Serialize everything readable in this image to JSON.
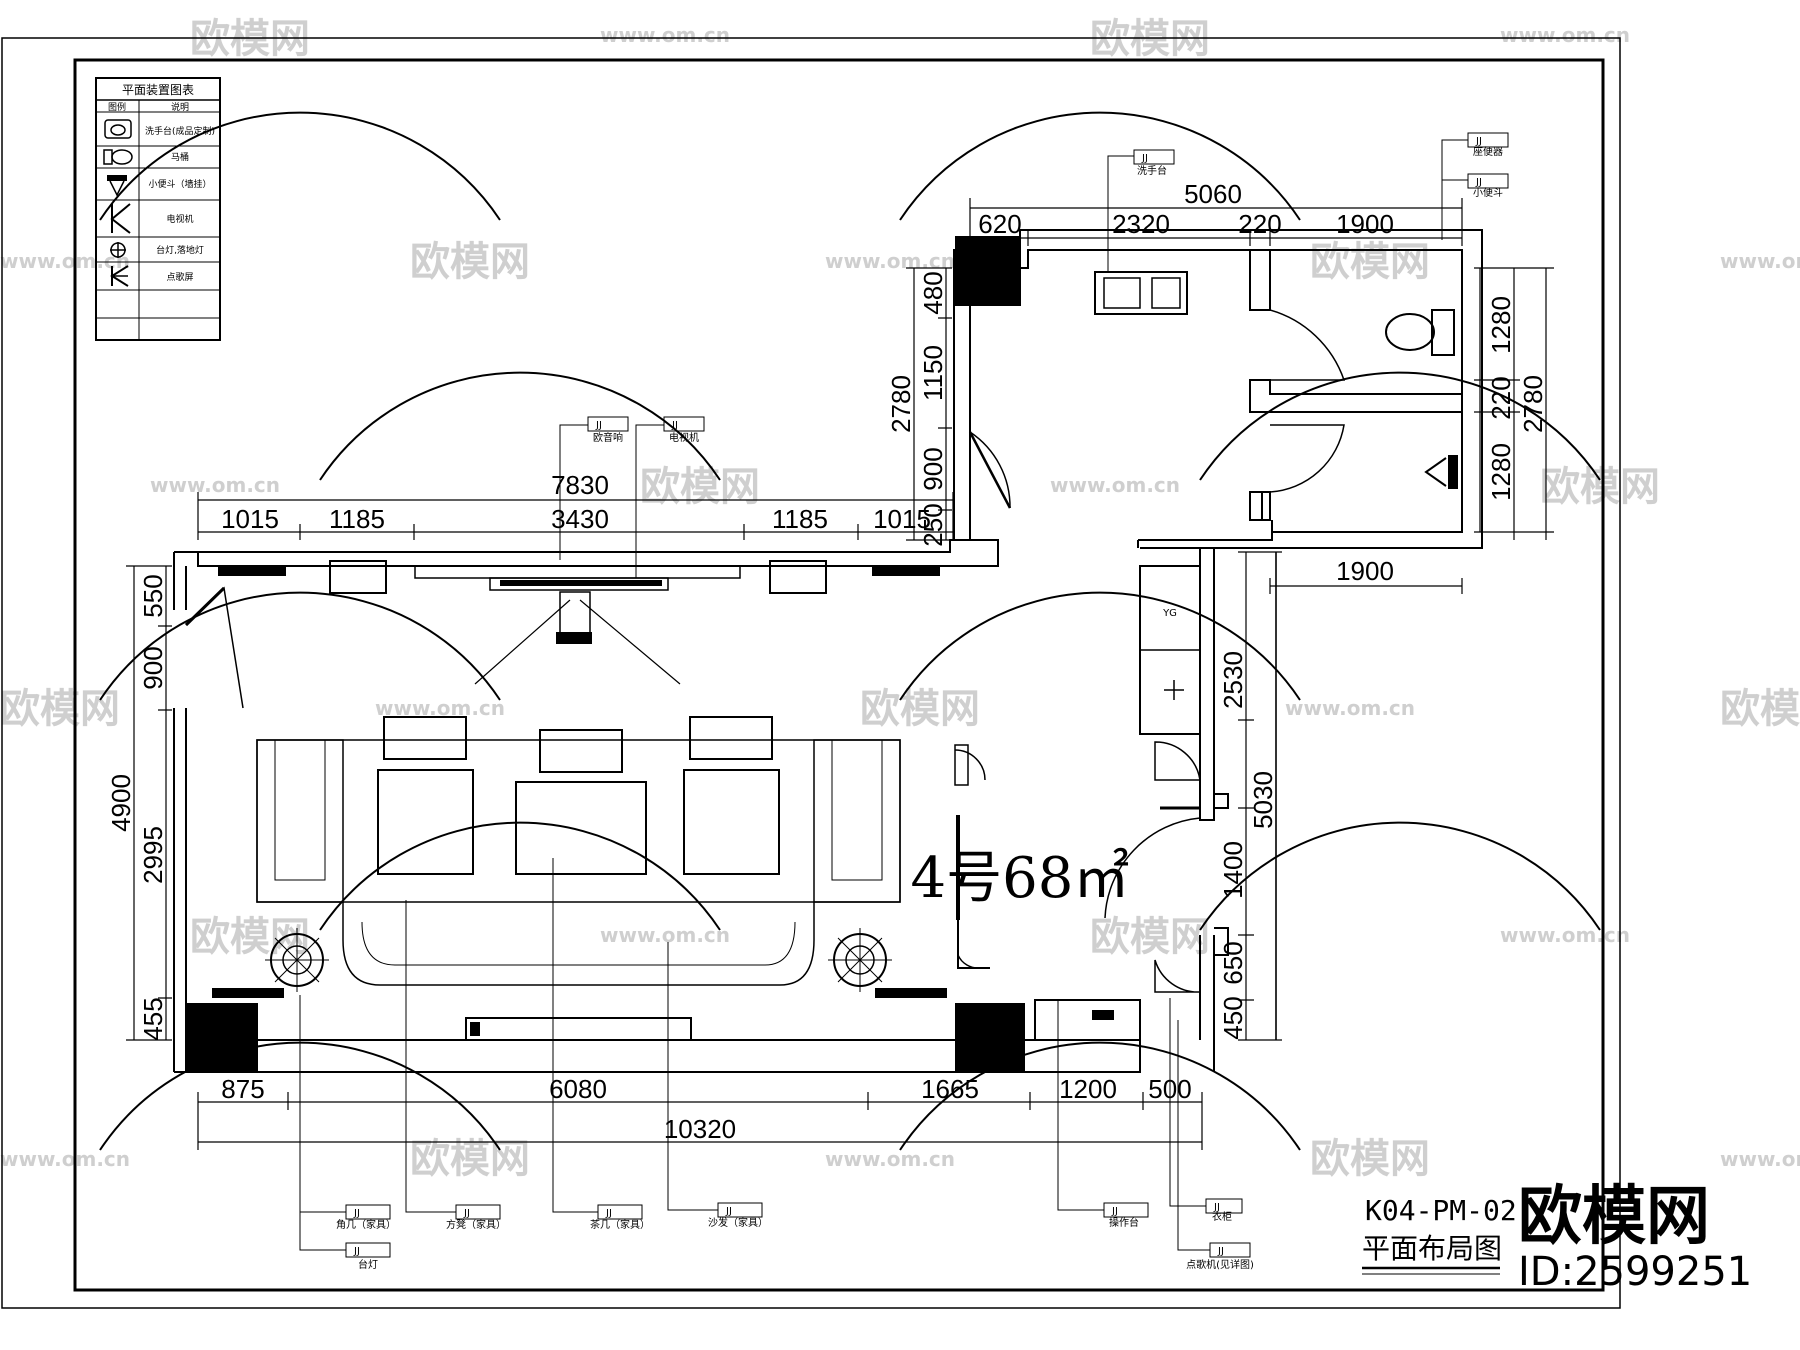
{
  "legend": {
    "title": "平面装置图表",
    "col_symbol": "图例",
    "col_desc": "说明",
    "items": [
      {
        "icon": "wash-basin-icon",
        "label": "洗手台(成品定制)"
      },
      {
        "icon": "toilet-icon",
        "label": "马桶"
      },
      {
        "icon": "urinal-icon",
        "label": "小便斗（墙挂）"
      },
      {
        "icon": "tv-outlet-icon",
        "label": "电视机"
      },
      {
        "icon": "lamp-outlet-icon",
        "label": "台灯,落地灯"
      },
      {
        "icon": "display-outlet-icon",
        "label": "点歌屏"
      }
    ]
  },
  "room_label": "4号68㎡",
  "drawing_code": "K04-PM-02",
  "drawing_title": "平面布局图",
  "brand": {
    "name": "欧模网",
    "id": "ID:2599251"
  },
  "watermark": {
    "logo": "欧模网",
    "url": "www.om.cn"
  },
  "dimensions": {
    "top": {
      "overall": "7830",
      "parts": [
        "1015",
        "1185",
        "3430",
        "1185",
        "1015"
      ]
    },
    "bottom": {
      "overall": "10320",
      "parts": [
        "875",
        "6080",
        "1665",
        "1200",
        "500"
      ]
    },
    "left": {
      "overall": "4900",
      "parts": [
        "550",
        "900",
        "2995",
        "455"
      ]
    },
    "wc_top": {
      "overall": "5060",
      "parts": [
        "620",
        "2320",
        "220",
        "1900"
      ]
    },
    "wc_left": {
      "overall": "2780",
      "parts": [
        "480",
        "1150",
        "900",
        "250"
      ]
    },
    "wc_right": {
      "overall": "2780",
      "parts": [
        "1280",
        "220",
        "1280"
      ]
    },
    "wc_bottom": "1900",
    "corridor": {
      "overall": "5030",
      "parts": [
        "2530",
        "1400",
        "650",
        "450"
      ]
    }
  },
  "tags": {
    "prefix": "JJ",
    "kaiqing": "欧音响",
    "dianshiji": "电视机",
    "xishoutai": "洗手台",
    "zuobianqi": "座便器",
    "xiaobiandou": "小便斗",
    "jiaoji": "角几（家具）",
    "chaji": "茶几（家具）",
    "shafa": "沙发（家具）",
    "taideng": "台灯",
    "fangdeng": "方凳（家具）",
    "caozuotai": "操作台",
    "yigui": "衣柜",
    "diangeji": "点歌机(见详图)"
  },
  "marks": {
    "yg": "YG"
  }
}
